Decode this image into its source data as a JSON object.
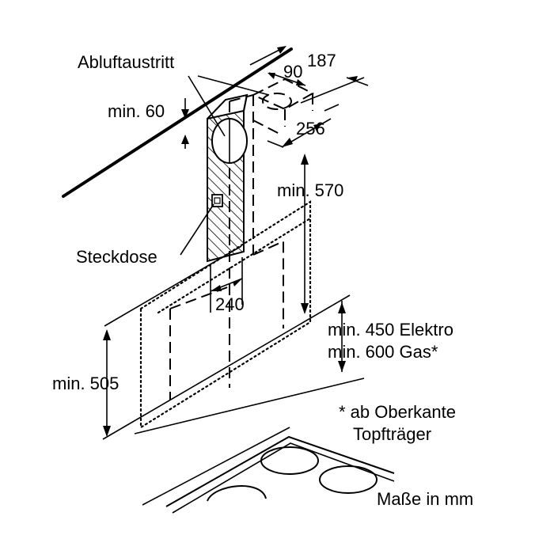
{
  "labels": {
    "exhaust_outlet": "Abluftaustritt",
    "socket": "Steckdose",
    "dim_min60": "min. 60",
    "dim_90": "90",
    "dim_187": "187",
    "dim_256": "256",
    "dim_min570": "min. 570",
    "dim_240": "240",
    "dim_min450": "min. 450 Elektro",
    "dim_min600": "min. 600 Gas*",
    "dim_min505": "min. 505",
    "footnote_line1": "* ab Oberkante",
    "footnote_line2": "Topfträger",
    "units_note": "Maße in mm"
  }
}
